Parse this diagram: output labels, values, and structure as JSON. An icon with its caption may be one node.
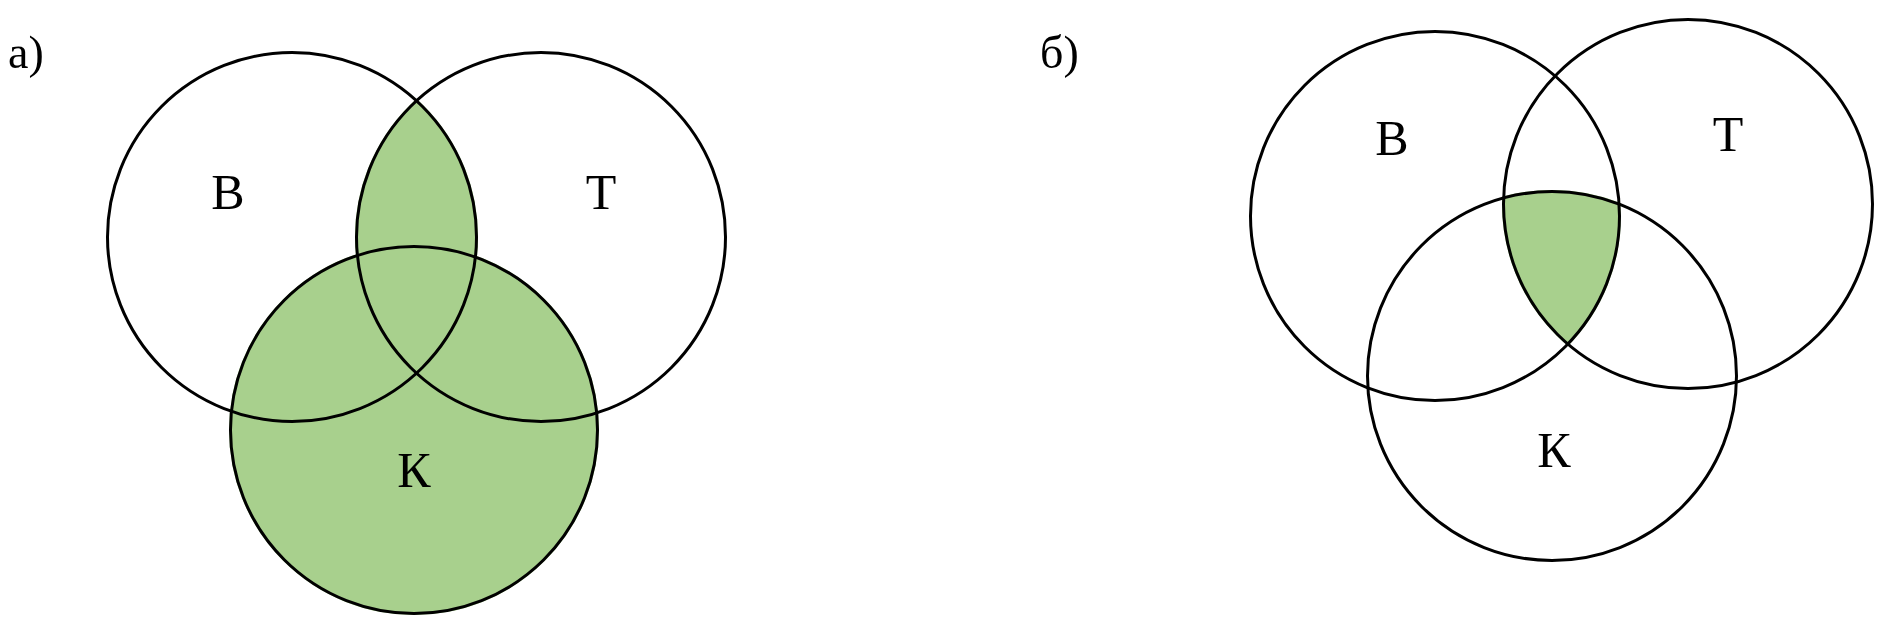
{
  "diagram": {
    "nodes": [
      {
        "text": [
          "В"
        ]
      },
      {
        "text": [
          "Т"
        ]
      },
      {
        "text": [
          "К"
        ]
      },
      {
        "text": [
          "В"
        ]
      },
      {
        "text": [
          "Т"
        ]
      },
      {
        "text": [
          "К"
        ]
      }
    ],
    "labels": [
      "а)",
      "б)"
    ]
  }
}
